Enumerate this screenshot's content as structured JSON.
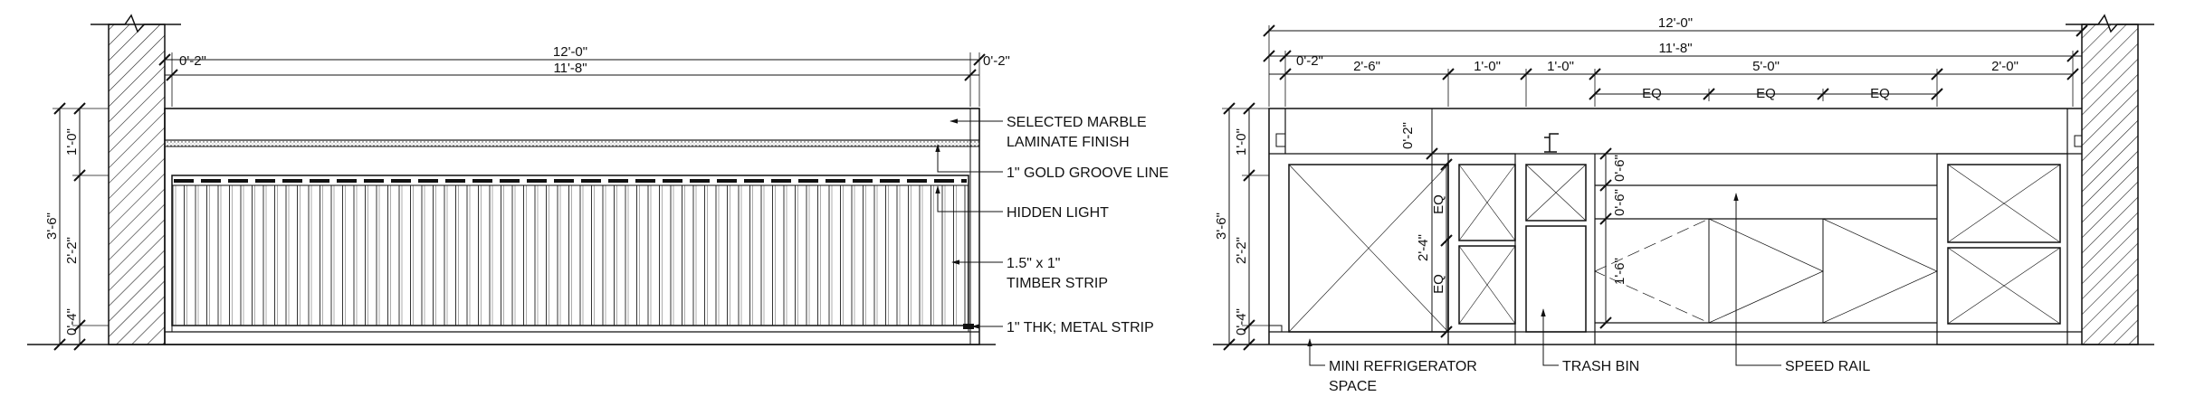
{
  "left_elevation": {
    "dims": {
      "overall_width": "12'-0\"",
      "inner_width": "11'-8\"",
      "left_offset": "0'-2\"",
      "right_offset": "0'-2\"",
      "total_height": "3'-6\"",
      "top_height": "1'-0\"",
      "mid_height": "2'-2\"",
      "base_height": "0'-4\""
    },
    "notes": {
      "marble_line1": "SELECTED MARBLE",
      "marble_line2": "LAMINATE FINISH",
      "groove": "1\" GOLD GROOVE LINE",
      "hidden_light": "HIDDEN LIGHT",
      "timber_line1": "1.5\" x 1\"",
      "timber_line2": "TIMBER STRIP",
      "metal": "1\" THK; METAL STRIP"
    }
  },
  "right_elevation": {
    "dims": {
      "overall_width": "12'-0\"",
      "inner_width": "11'-8\"",
      "left_offset": "0'-2\"",
      "seg_fridge": "2'-6\"",
      "seg_a": "1'-0\"",
      "seg_b": "1'-0\"",
      "seg_rail": "5'-0\"",
      "seg_end": "2'-0\"",
      "eq1": "EQ",
      "eq2": "EQ",
      "eq3": "EQ",
      "total_height": "3'-6\"",
      "top_height": "1'-0\"",
      "mid_height": "2'-2\"",
      "base_height": "0'-4\"",
      "counter_gap": "0'-2\"",
      "cab_height": "2'-4\"",
      "cab_eq_top": "EQ",
      "cab_eq_bottom": "EQ",
      "rail_top_1": "0'-6\"",
      "rail_top_2": "0'-6\"",
      "rail_height": "1'-6\""
    },
    "notes": {
      "fridge_line1": "MINI REFRIGERATOR",
      "fridge_line2": "SPACE",
      "trash": "TRASH BIN",
      "rail": "SPEED RAIL"
    }
  }
}
